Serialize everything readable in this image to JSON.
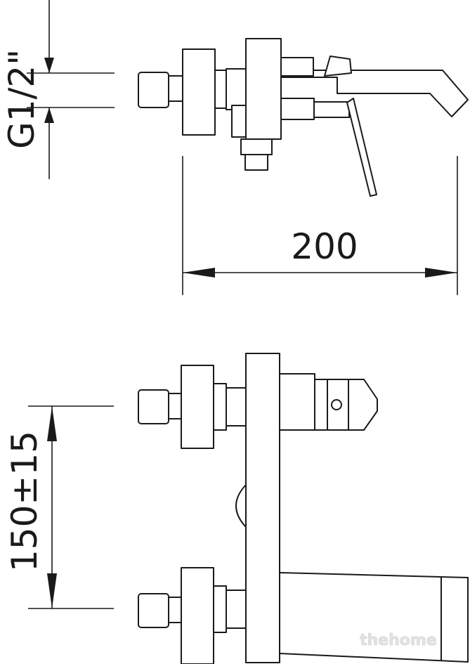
{
  "dimensions": {
    "thread": "G1/2\"",
    "width": "200",
    "spacing": "150±15"
  },
  "watermark": "thehome",
  "colors": {
    "line": "#1a1a1a",
    "background": "#ffffff",
    "watermark": "#e2e2e2"
  }
}
